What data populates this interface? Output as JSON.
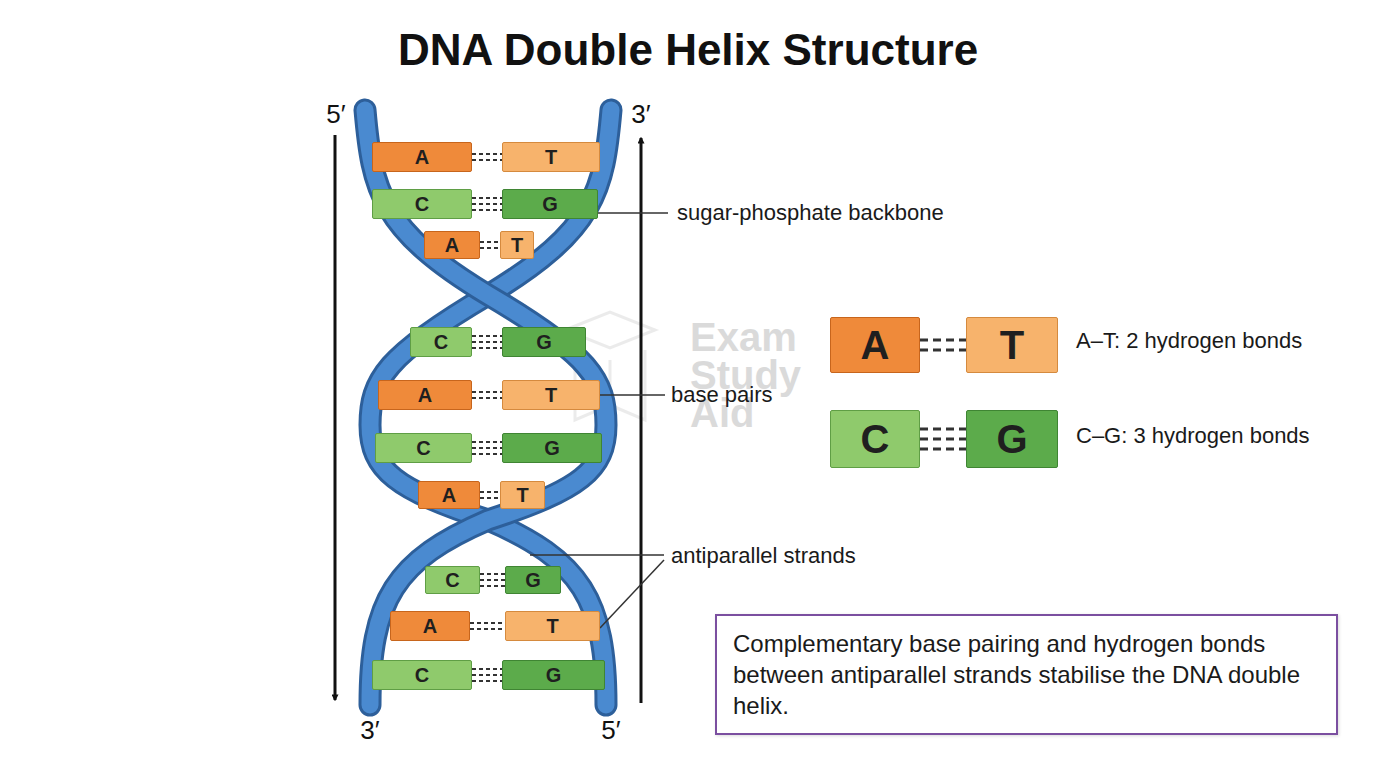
{
  "diagram": {
    "title": "DNA Double Helix Structure",
    "nodes": [
      {
        "text": [
          "A"
        ]
      },
      {
        "text": [
          "T"
        ]
      },
      {
        "text": [
          "C"
        ]
      },
      {
        "text": [
          "G"
        ]
      },
      {
        "text": [
          "A"
        ]
      },
      {
        "text": [
          "T"
        ]
      },
      {
        "text": [
          "C"
        ]
      },
      {
        "text": [
          "G"
        ]
      },
      {
        "text": [
          "A"
        ]
      },
      {
        "text": [
          "T"
        ]
      },
      {
        "text": [
          "C"
        ]
      },
      {
        "text": [
          "G"
        ]
      },
      {
        "text": [
          "A"
        ]
      },
      {
        "text": [
          "T"
        ]
      },
      {
        "text": [
          "C"
        ]
      },
      {
        "text": [
          "G"
        ]
      },
      {
        "text": [
          "A"
        ]
      },
      {
        "text": [
          "T"
        ]
      },
      {
        "text": [
          "C"
        ]
      },
      {
        "text": [
          "G"
        ]
      },
      {
        "text": [
          "A"
        ]
      },
      {
        "text": [
          "T"
        ]
      },
      {
        "text": [
          "C"
        ]
      },
      {
        "text": [
          "G"
        ]
      },
      {
        "text": [
          "Complementary base pairing and hydrogen bonds between antiparallel strands stabilise the DNA double helix."
        ]
      }
    ],
    "edges": [
      {
        "from": 0,
        "to": 1,
        "arrow": "none"
      },
      {
        "from": 2,
        "to": 3,
        "arrow": "none"
      },
      {
        "from": 4,
        "to": 5,
        "arrow": "none"
      },
      {
        "from": 6,
        "to": 7,
        "arrow": "none"
      },
      {
        "from": 8,
        "to": 9,
        "arrow": "none"
      },
      {
        "from": 10,
        "to": 11,
        "arrow": "none"
      },
      {
        "from": 12,
        "to": 13,
        "arrow": "none"
      },
      {
        "from": 14,
        "to": 15,
        "arrow": "none"
      },
      {
        "from": 16,
        "to": 17,
        "arrow": "none"
      },
      {
        "from": 18,
        "to": 19,
        "arrow": "none"
      },
      {
        "from": 20,
        "to": 21,
        "arrow": "none"
      },
      {
        "from": 22,
        "to": 23,
        "arrow": "none"
      }
    ],
    "labels": [
      "5′",
      "3′",
      "sugar-phosphate backbone",
      "Exam Study Aid",
      "base pairs",
      "A–T: 2 hydrogen bonds",
      "C–G: 3 hydrogen bonds",
      "antiparallel strands",
      "3′",
      "5′"
    ]
  }
}
